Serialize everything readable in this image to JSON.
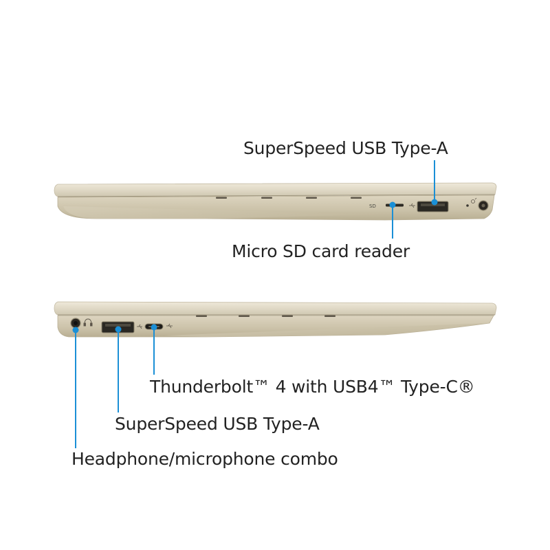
{
  "accent_color": "#1a8fd6",
  "chassis_color": "#dcd5c2",
  "views": {
    "right_side": {
      "port_labels": {
        "usb_a": "SuperSpeed USB Type-A",
        "micro_sd": "Micro SD card reader"
      },
      "engraved": {
        "sd": "SD"
      }
    },
    "left_side": {
      "port_labels": {
        "thunderbolt": "Thunderbolt™ 4 with USB4™ Type-C®",
        "usb_a": "SuperSpeed USB Type-A",
        "headphone": "Headphone/microphone combo"
      }
    }
  }
}
